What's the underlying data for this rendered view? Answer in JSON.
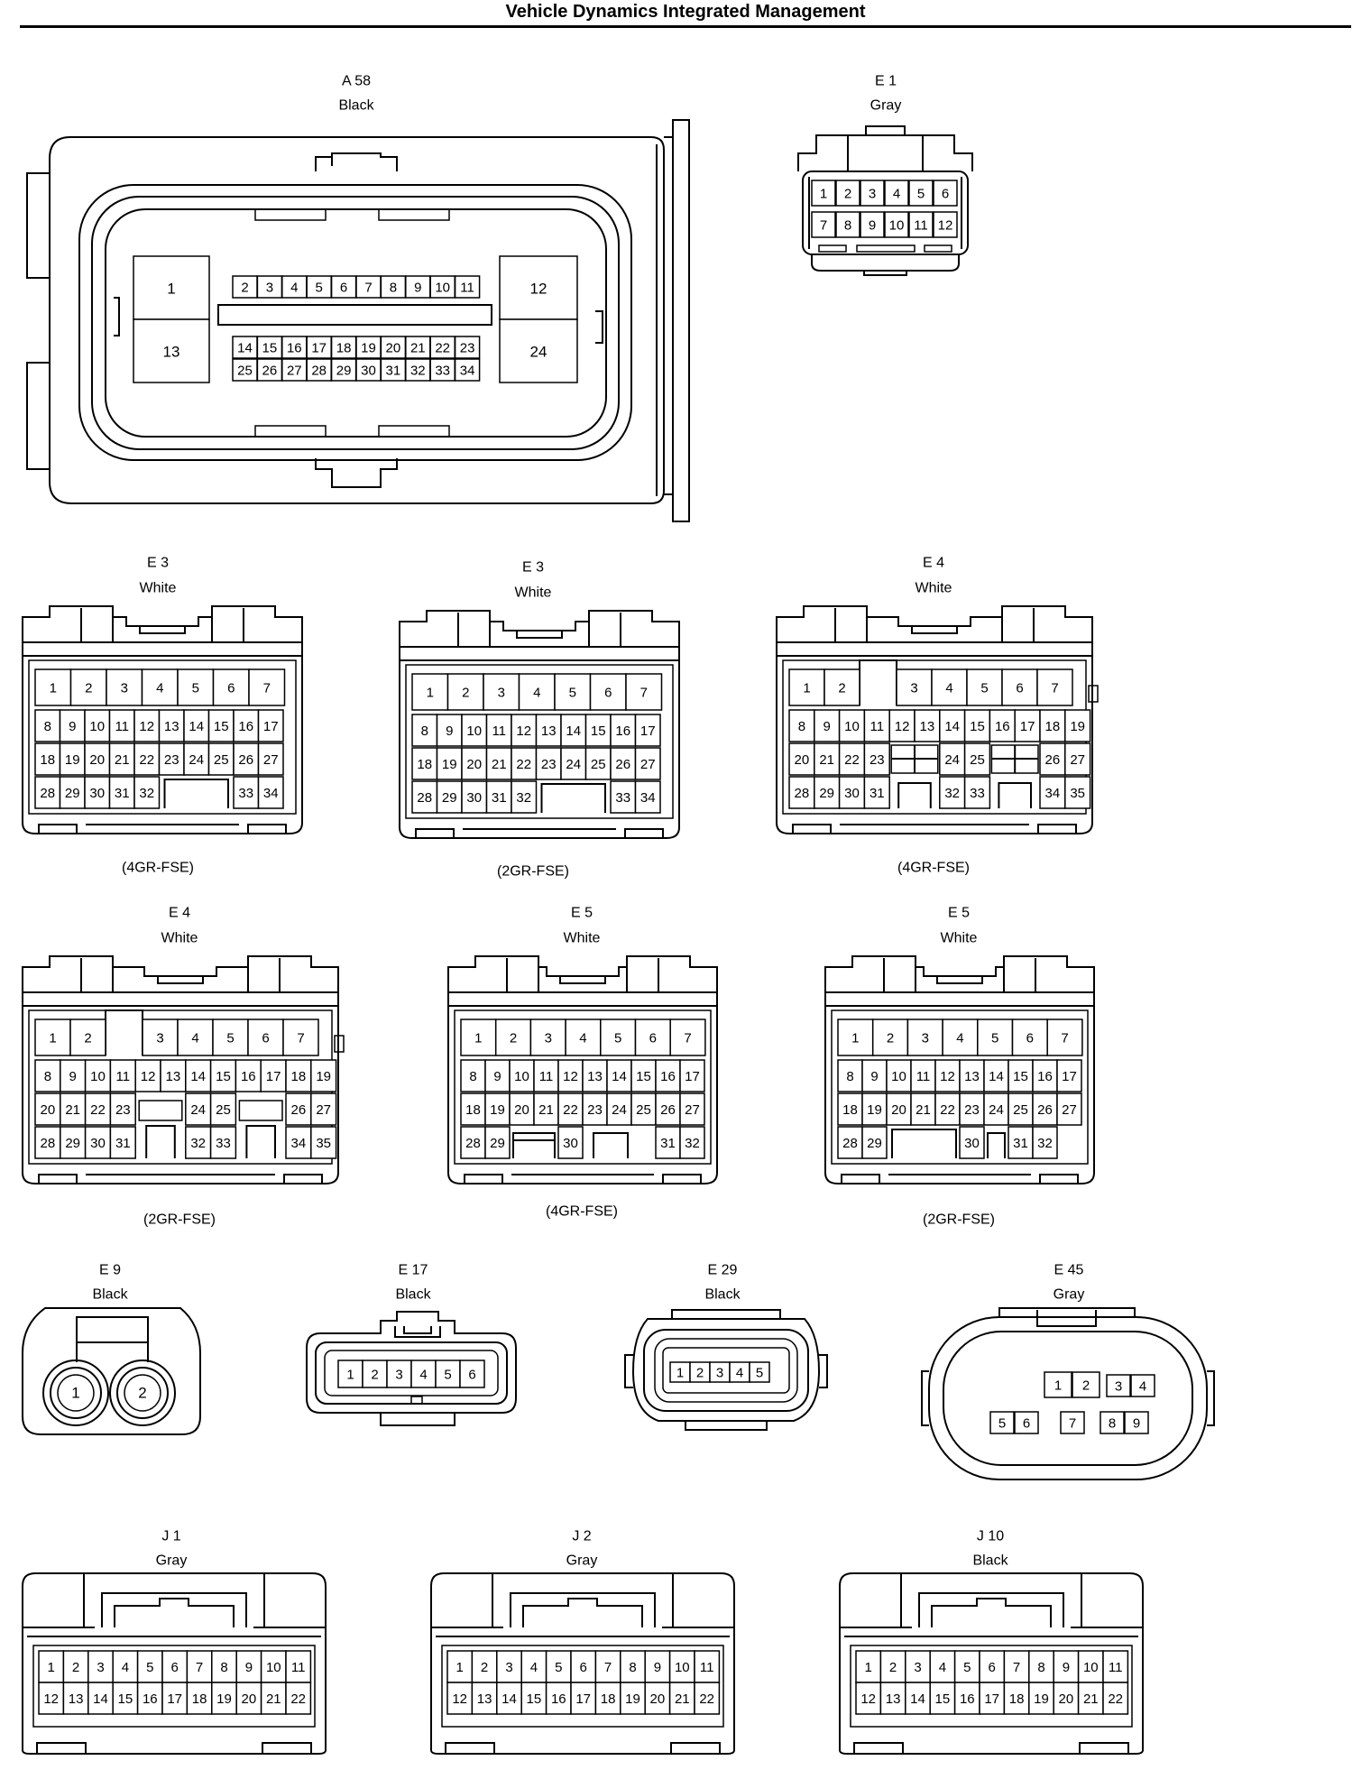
{
  "title": "Vehicle Dynamics Integrated Management",
  "connectors": [
    {
      "id": "a58",
      "code": "A 58",
      "color": "Black",
      "note": "",
      "pins": [
        "1",
        "2",
        "3",
        "4",
        "5",
        "6",
        "7",
        "8",
        "9",
        "10",
        "11",
        "12",
        "13",
        "14",
        "15",
        "16",
        "17",
        "18",
        "19",
        "20",
        "21",
        "22",
        "23",
        "24",
        "25",
        "26",
        "27",
        "28",
        "29",
        "30",
        "31",
        "32",
        "33",
        "34"
      ]
    },
    {
      "id": "e1",
      "code": "E 1",
      "color": "Gray",
      "note": "",
      "pins": [
        "1",
        "2",
        "3",
        "4",
        "5",
        "6",
        "7",
        "8",
        "9",
        "10",
        "11",
        "12"
      ]
    },
    {
      "id": "e3a",
      "code": "E 3",
      "color": "White",
      "note": "(4GR-FSE)",
      "pins": [
        "1",
        "2",
        "3",
        "4",
        "5",
        "6",
        "7",
        "8",
        "9",
        "10",
        "11",
        "12",
        "13",
        "14",
        "15",
        "16",
        "17",
        "18",
        "19",
        "20",
        "21",
        "22",
        "23",
        "24",
        "25",
        "26",
        "27",
        "28",
        "29",
        "30",
        "31",
        "32",
        "33",
        "34"
      ]
    },
    {
      "id": "e3b",
      "code": "E 3",
      "color": "White",
      "note": "(2GR-FSE)",
      "pins": [
        "1",
        "2",
        "3",
        "4",
        "5",
        "6",
        "7",
        "8",
        "9",
        "10",
        "11",
        "12",
        "13",
        "14",
        "15",
        "16",
        "17",
        "18",
        "19",
        "20",
        "21",
        "22",
        "23",
        "24",
        "25",
        "26",
        "27",
        "28",
        "29",
        "30",
        "31",
        "32",
        "33",
        "34"
      ]
    },
    {
      "id": "e4a",
      "code": "E 4",
      "color": "White",
      "note": "(4GR-FSE)",
      "pins": [
        "1",
        "2",
        "3",
        "4",
        "5",
        "6",
        "7",
        "8",
        "9",
        "10",
        "11",
        "12",
        "13",
        "14",
        "15",
        "16",
        "17",
        "18",
        "19",
        "20",
        "21",
        "22",
        "23",
        "24",
        "25",
        "26",
        "27",
        "28",
        "29",
        "30",
        "31",
        "32",
        "33",
        "34",
        "35"
      ]
    },
    {
      "id": "e4b",
      "code": "E 4",
      "color": "White",
      "note": "(2GR-FSE)",
      "pins": [
        "1",
        "2",
        "3",
        "4",
        "5",
        "6",
        "7",
        "8",
        "9",
        "10",
        "11",
        "12",
        "13",
        "14",
        "15",
        "16",
        "17",
        "18",
        "19",
        "20",
        "21",
        "22",
        "23",
        "24",
        "25",
        "26",
        "27",
        "28",
        "29",
        "30",
        "31",
        "32",
        "33",
        "34",
        "35"
      ]
    },
    {
      "id": "e5a",
      "code": "E 5",
      "color": "White",
      "note": "(4GR-FSE)",
      "pins": [
        "1",
        "2",
        "3",
        "4",
        "5",
        "6",
        "7",
        "8",
        "9",
        "10",
        "11",
        "12",
        "13",
        "14",
        "15",
        "16",
        "17",
        "18",
        "19",
        "20",
        "21",
        "22",
        "23",
        "24",
        "25",
        "26",
        "27",
        "28",
        "29",
        "30",
        "31",
        "32"
      ]
    },
    {
      "id": "e5b",
      "code": "E 5",
      "color": "White",
      "note": "(2GR-FSE)",
      "pins": [
        "1",
        "2",
        "3",
        "4",
        "5",
        "6",
        "7",
        "8",
        "9",
        "10",
        "11",
        "12",
        "13",
        "14",
        "15",
        "16",
        "17",
        "18",
        "19",
        "20",
        "21",
        "22",
        "23",
        "24",
        "25",
        "26",
        "27",
        "28",
        "29",
        "30",
        "31",
        "32"
      ]
    },
    {
      "id": "e9",
      "code": "E 9",
      "color": "Black",
      "note": "",
      "pins": [
        "1",
        "2"
      ]
    },
    {
      "id": "e17",
      "code": "E 17",
      "color": "Black",
      "note": "",
      "pins": [
        "1",
        "2",
        "3",
        "4",
        "5",
        "6"
      ]
    },
    {
      "id": "e29",
      "code": "E 29",
      "color": "Black",
      "note": "",
      "pins": [
        "1",
        "2",
        "3",
        "4",
        "5"
      ]
    },
    {
      "id": "e45",
      "code": "E 45",
      "color": "Gray",
      "note": "",
      "pins": [
        "1",
        "2",
        "3",
        "4",
        "5",
        "6",
        "7",
        "8",
        "9"
      ]
    },
    {
      "id": "j1",
      "code": "J 1",
      "color": "Gray",
      "note": "",
      "pins": [
        "1",
        "2",
        "3",
        "4",
        "5",
        "6",
        "7",
        "8",
        "9",
        "10",
        "11",
        "12",
        "13",
        "14",
        "15",
        "16",
        "17",
        "18",
        "19",
        "20",
        "21",
        "22"
      ]
    },
    {
      "id": "j2",
      "code": "J 2",
      "color": "Gray",
      "note": "",
      "pins": [
        "1",
        "2",
        "3",
        "4",
        "5",
        "6",
        "7",
        "8",
        "9",
        "10",
        "11",
        "12",
        "13",
        "14",
        "15",
        "16",
        "17",
        "18",
        "19",
        "20",
        "21",
        "22"
      ]
    },
    {
      "id": "j10",
      "code": "J 10",
      "color": "Black",
      "note": "",
      "pins": [
        "1",
        "2",
        "3",
        "4",
        "5",
        "6",
        "7",
        "8",
        "9",
        "10",
        "11",
        "12",
        "13",
        "14",
        "15",
        "16",
        "17",
        "18",
        "19",
        "20",
        "21",
        "22"
      ]
    }
  ]
}
